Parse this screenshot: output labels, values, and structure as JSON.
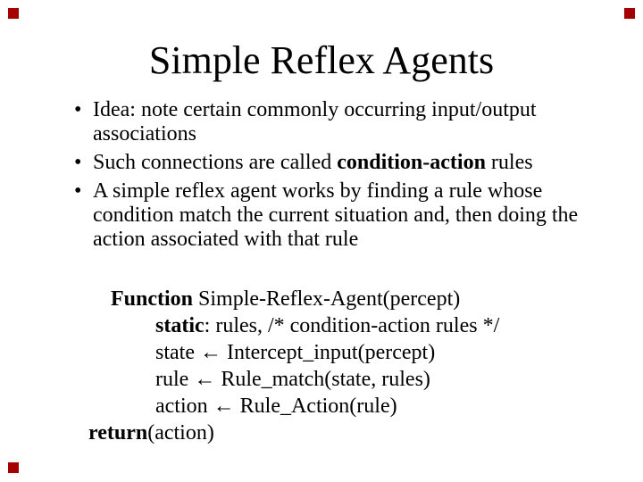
{
  "slide": {
    "background": "#ffffff",
    "text_color": "#000000",
    "title": "Simple Reflex Agents",
    "bullet_glyph": "•",
    "bullets": [
      {
        "lines": [
          [
            {
              "t": "Idea: note certain commonly occurring input/output"
            }
          ],
          [
            {
              "t": "associations"
            }
          ]
        ]
      },
      {
        "lines": [
          [
            {
              "t": "Such connections are called "
            },
            {
              "t": "condition-action",
              "b": true
            },
            {
              "t": " rules"
            }
          ]
        ]
      },
      {
        "lines": [
          [
            {
              "t": "A simple reflex agent works by finding a rule whose"
            }
          ],
          [
            {
              "t": "condition match the current situation and, then doing the"
            }
          ],
          [
            {
              "t": "action associated with that rule"
            }
          ]
        ]
      }
    ],
    "pseudocode": [
      {
        "indent": 1,
        "segs": [
          {
            "t": "Function",
            "b": true
          },
          {
            "t": " Simple-Reflex-Agent(percept)"
          }
        ]
      },
      {
        "indent": 3,
        "segs": [
          {
            "t": "static",
            "b": true
          },
          {
            "t": ": rules, /* condition-action rules */"
          }
        ]
      },
      {
        "indent": 3,
        "segs": [
          {
            "t": "state ← Intercept_input(percept)"
          }
        ]
      },
      {
        "indent": 3,
        "segs": [
          {
            "t": "rule ← Rule_match(state, rules)"
          }
        ]
      },
      {
        "indent": 3,
        "segs": [
          {
            "t": "action ← Rule_Action(rule)"
          }
        ]
      },
      {
        "indent": 0,
        "segs": [
          {
            "t": "return",
            "b": true
          },
          {
            "t": "(action)"
          }
        ]
      }
    ],
    "corner_markers": {
      "color": "#a40000",
      "positions": [
        "top-left",
        "top-right",
        "bottom-left"
      ]
    }
  }
}
